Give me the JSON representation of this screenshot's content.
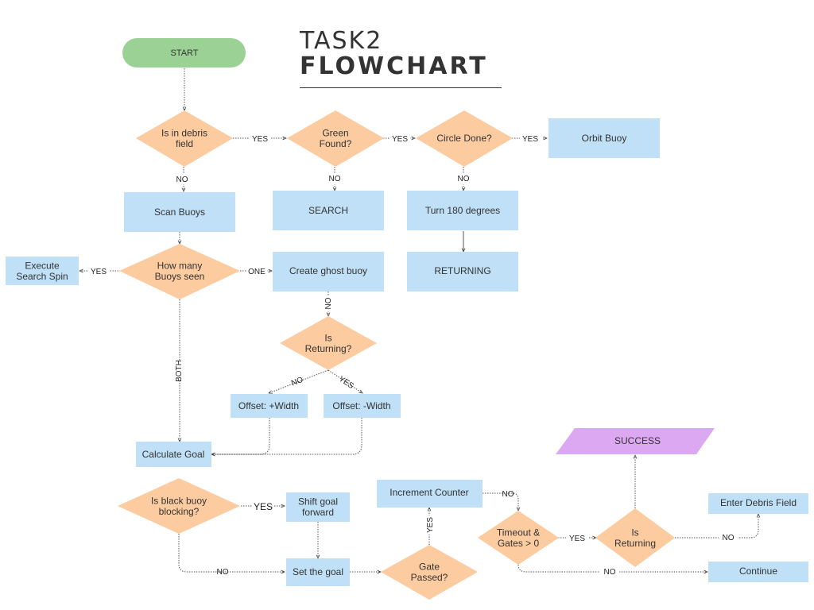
{
  "title": {
    "line1": "TASK2",
    "line2": "FLOWCHART"
  },
  "nodes": {
    "start": "START",
    "is_in_debris_field": "Is in debris|field",
    "green_found": "Green|Found?",
    "circle_done": "Circle Done?",
    "orbit_buoy": "Orbit Buoy",
    "scan_buoys": "Scan Buoys",
    "search": "SEARCH",
    "turn_180": "Turn 180 degrees",
    "returning": "RETURNING",
    "execute_search_spin": "Execute|Search Spin",
    "how_many_buoys": "How many|Buoys seen",
    "create_ghost_buoy": "Create ghost buoy",
    "is_returning_1": "Is|Returning?",
    "offset_plus": "Offset: +Width",
    "offset_minus": "Offset: -Width",
    "calculate_goal": "Calculate Goal",
    "success": "SUCCESS",
    "enter_debris_field": "Enter Debris Field",
    "increment_counter": "Increment Counter",
    "black_buoy_blocking": "Is black buoy|blocking?",
    "shift_goal_forward": "Shift goal|forward",
    "timeout_gates": "Timeout &|Gates > 0",
    "is_returning_2": "Is|Returning",
    "set_the_goal": "Set the goal",
    "gate_passed": "Gate|Passed?",
    "continue": "Continue"
  },
  "edge_labels": {
    "debris_yes": "YES",
    "green_yes": "YES",
    "circle_yes": "YES",
    "debris_no": "NO",
    "green_no": "NO",
    "circle_no": "NO",
    "buoys_yes": "YES",
    "buoys_one": "ONE",
    "ghost_no": "NO",
    "buoys_both": "BOTH",
    "returning1_no": "NO",
    "returning1_yes": "YES",
    "counter_no": "NO",
    "black_yes": "YES",
    "timeout_yes": "YES",
    "returning2_no": "NO",
    "black_no": "NO",
    "gate_yes": "YES",
    "timeout_no": "NO"
  },
  "colors": {
    "process": "#bfe0f6",
    "decision": "#fccba0",
    "start": "#9bd195",
    "success": "#dca8f2",
    "text": "#333333",
    "connector": "#555555"
  }
}
